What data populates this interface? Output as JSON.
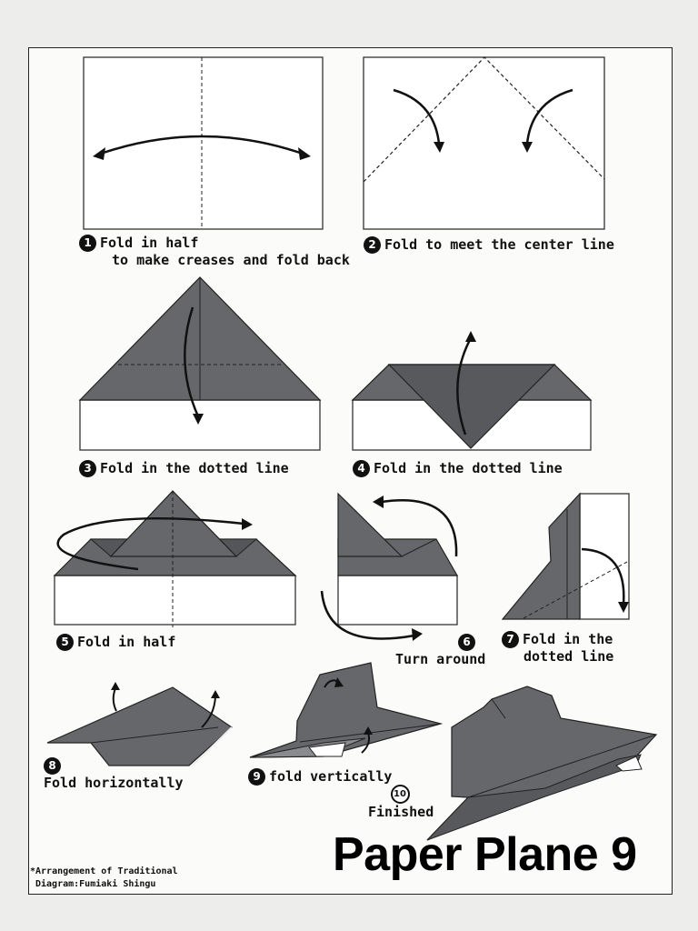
{
  "steps": [
    {
      "number": "1",
      "lines": [
        "Fold in half",
        "to make creases and fold back"
      ]
    },
    {
      "number": "2",
      "lines": [
        "Fold to meet the center line"
      ]
    },
    {
      "number": "3",
      "lines": [
        "Fold in the dotted line"
      ]
    },
    {
      "number": "4",
      "lines": [
        "Fold in the dotted line"
      ]
    },
    {
      "number": "5",
      "lines": [
        "Fold in half"
      ]
    },
    {
      "number": "6",
      "lines": [
        "Turn around"
      ]
    },
    {
      "number": "7",
      "lines": [
        "Fold in the",
        "dotted line"
      ]
    },
    {
      "number": "8",
      "lines": [
        "Fold horizontally"
      ]
    },
    {
      "number": "9",
      "lines": [
        "fold vertically"
      ]
    },
    {
      "number": "10",
      "lines": [
        "Finished"
      ]
    }
  ],
  "title": "Paper Plane 9",
  "credits": [
    "*Arrangement of Traditional",
    "Diagram:Fumiaki Shingu"
  ],
  "colors": {
    "paper": "#ffffff",
    "shade": "#66676a",
    "shade_dark": "#4f5053",
    "ink": "#111111"
  }
}
